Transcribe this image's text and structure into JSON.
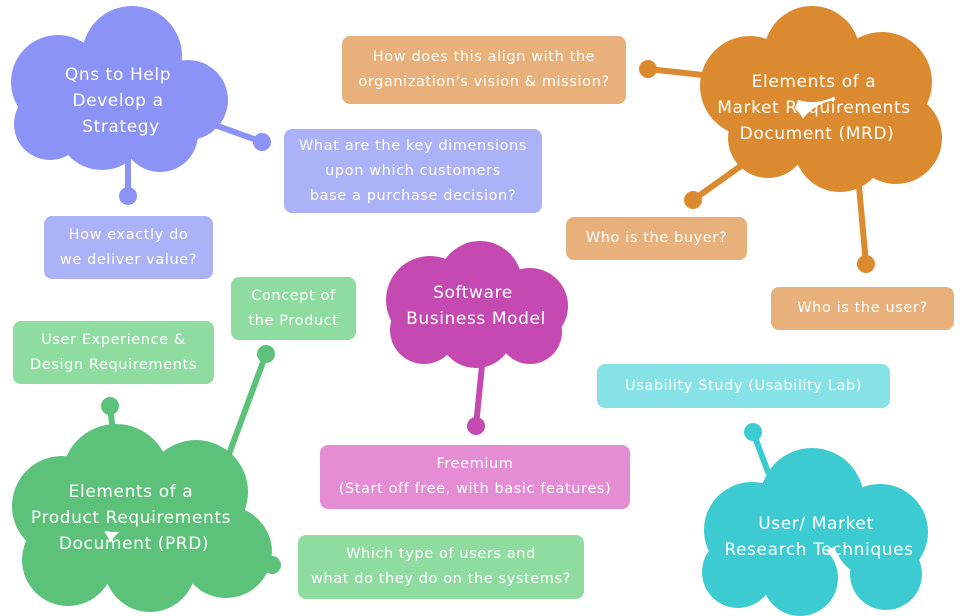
{
  "colors": {
    "blue": "#8b93f7",
    "blue_light": "#acb2f8",
    "orange": "#dc8a2f",
    "orange_light": "#e8b07b",
    "magenta": "#c44ab1",
    "pink_light": "#e48cd4",
    "green": "#5cc27a",
    "green_light": "#8fdca0",
    "teal": "#3dcbd2",
    "teal_light": "#86e2e7"
  },
  "clouds": {
    "strategy": [
      "Qns to Help",
      "Develop a",
      "Strategy"
    ],
    "mrd": [
      "Elements of a",
      "Market Requirements",
      "Document (MRD)"
    ],
    "business": [
      "Software",
      "Business Model"
    ],
    "prd": [
      "Elements of a",
      "Product Requirements",
      "Document (PRD)"
    ],
    "research": [
      "User/ Market",
      "Research Techniques"
    ]
  },
  "boxes": {
    "deliver_value": [
      "How exactly do",
      "we deliver value?"
    ],
    "key_dimensions": [
      "What are the key dimensions",
      "upon which customers",
      "base a purchase decision?"
    ],
    "vision_mission": [
      "How does this align with the",
      "organization's vision & mission?"
    ],
    "buyer": [
      "Who is the buyer?"
    ],
    "user": [
      "Who is the user?"
    ],
    "concept": [
      "Concept of",
      "the Product"
    ],
    "ux_design": [
      "User Experience &",
      "Design Requirements"
    ],
    "freemium": [
      "Freemium",
      "(Start off free, with basic features)"
    ],
    "users_systems": [
      "Which type of users and",
      "what do they do on the systems?"
    ],
    "usability": [
      "Usability Study (Usability Lab)"
    ]
  }
}
